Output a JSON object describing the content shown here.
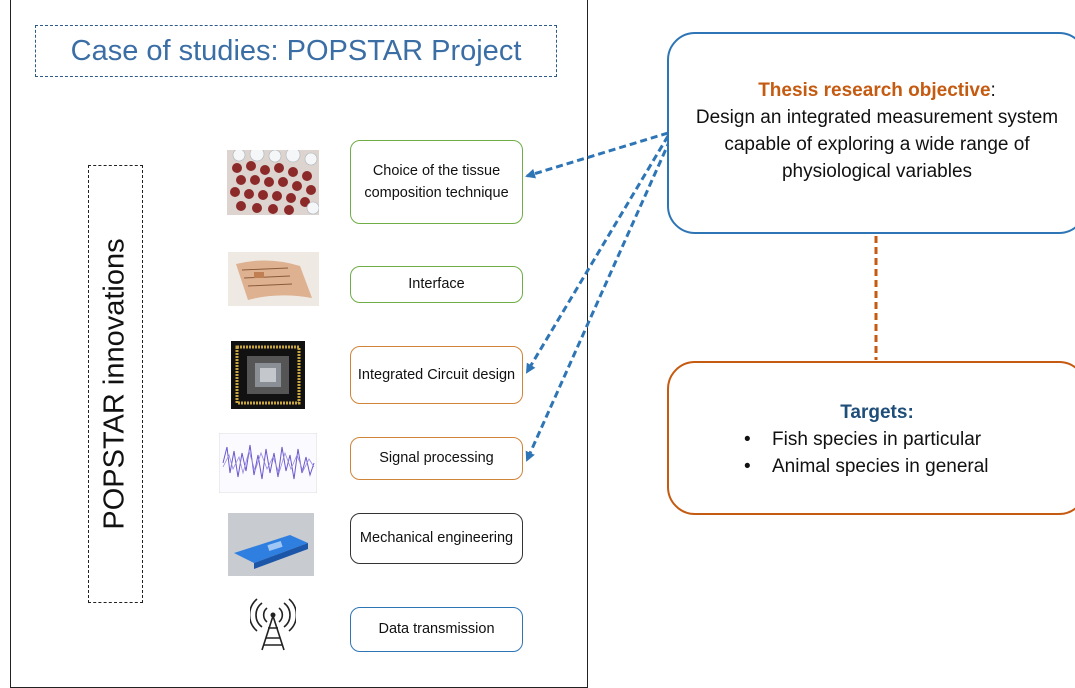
{
  "title": "Case of studies: POPSTAR Project",
  "vertical_label": "POPSTAR innovations",
  "innovations": [
    {
      "label": "Choice of the tissue composition technique",
      "thumb": "tissue-microscopy-image"
    },
    {
      "label": "Interface",
      "thumb": "flexible-interface-image"
    },
    {
      "label": "Integrated Circuit design",
      "thumb": "chip-package-image"
    },
    {
      "label": "Signal processing",
      "thumb": "signal-waveform-image"
    },
    {
      "label": "Mechanical engineering",
      "thumb": "mechanical-part-image"
    },
    {
      "label": "Data transmission",
      "thumb": "antenna-tower-icon"
    }
  ],
  "thesis": {
    "heading": "Thesis research objective",
    "colon": ":",
    "text": "Design an integrated measurement system capable of exploring a wide range of physiological variables"
  },
  "targets": {
    "heading": "Targets:",
    "bullet": "•",
    "items": [
      "Fish species in particular",
      "Animal species in general"
    ]
  },
  "colors": {
    "title_blue": "#3a6ea5",
    "accent_blue": "#2e75b6",
    "accent_orange": "#c55a11",
    "box_green": "#70ad47",
    "box_orange": "#d0843a",
    "targets_heading": "#1f4e79"
  }
}
